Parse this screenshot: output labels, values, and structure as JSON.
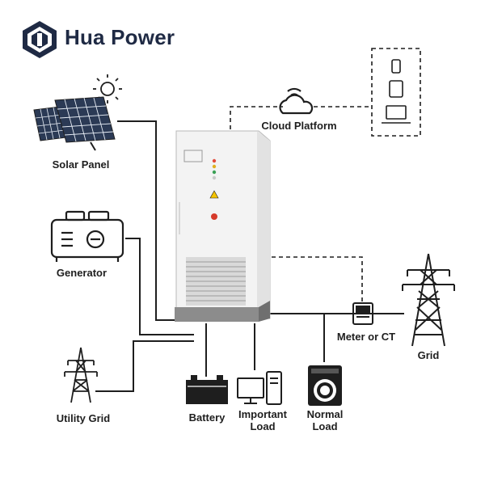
{
  "brand": {
    "name": "Hua Power",
    "color": "#1f2a44"
  },
  "labels": {
    "solar_panel": "Solar Panel",
    "generator": "Generator",
    "utility_grid": "Utility Grid",
    "cloud_platform": "Cloud Platform",
    "battery": "Battery",
    "important_load_1": "Important",
    "important_load_2": "Load",
    "normal_load_1": "Normal",
    "normal_load_2": "Load",
    "meter": "Meter or CT",
    "grid": "Grid"
  },
  "icons": [
    "logo-icon",
    "sun-icon",
    "solar-panel-icon",
    "generator-icon",
    "utility-tower-icon",
    "cloud-icon",
    "phone-icon",
    "tablet-icon",
    "laptop-icon",
    "inverter-cabinet",
    "battery-icon",
    "desktop-computer-icon",
    "washing-machine-icon",
    "meter-icon",
    "grid-tower-icon"
  ],
  "colors": {
    "line": "#1e1e1e",
    "cabinet": "#f3f3f3",
    "panel": "#2b3a55"
  }
}
